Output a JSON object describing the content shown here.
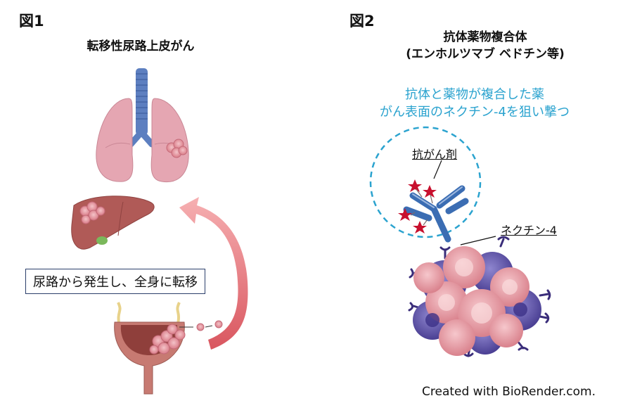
{
  "figure1": {
    "label": "図1",
    "title": "転移性尿路上皮がん",
    "caption": "尿路から発生し、全身に転移"
  },
  "figure2": {
    "label": "図2",
    "title_line1": "抗体薬物複合体",
    "title_line2": "(エンホルツマブ ベドチン等)",
    "desc_line1": "抗体と薬物が複合した薬",
    "desc_line2": "がん表面のネクチン-4を狙い撃つ",
    "drug_label": "抗がん剤",
    "target_label": "ネクチン-4"
  },
  "credit": "Created with BioRender.com.",
  "colors": {
    "callout_text": "#2ba3cf",
    "arrow": "#e8777b",
    "antibody": "#3b6db3",
    "drug_star": "#c8102e",
    "cell_pink": "#e89aa3",
    "cell_purple": "#6a5fb0",
    "lung": "#e5a6b2",
    "liver": "#b05a57",
    "bladder": "#c77a72"
  }
}
